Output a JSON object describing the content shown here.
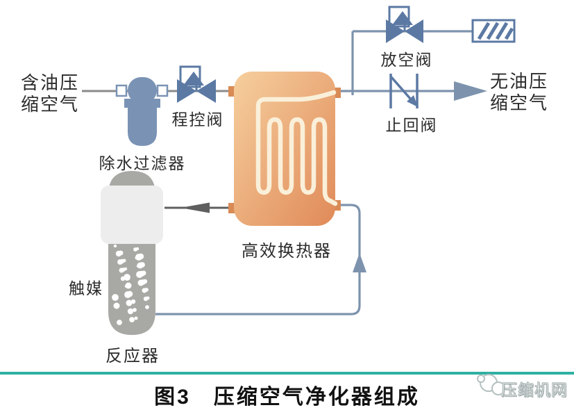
{
  "labels": {
    "inlet": {
      "line1": "含油压",
      "line2": "缩空气"
    },
    "filter": "除水过滤器",
    "program_valve": "程控阀",
    "heat_exchanger": "高效换热器",
    "vent_valve": "放空阀",
    "check_valve": "止回阀",
    "outlet": {
      "line1": "无油压",
      "line2": "缩空气"
    },
    "catalyst": "触媒",
    "reactor": "反应器"
  },
  "caption": "图3　压缩空气净化器组成",
  "watermark": {
    "text": "压缩机网"
  },
  "colors": {
    "pipe_gray": "#8a8a8a",
    "pipe_blue": "#7d93ad",
    "valve_blue": "#5b79a3",
    "filter_blue": "#7a93b5",
    "exchanger_light": "#f6cf9e",
    "exchanger_dark": "#e08a58",
    "exchanger_tab": "#d88b55",
    "coil_cream": "#faf0da",
    "reactor_gray": "#a8a8a4",
    "collar_gray": "#ededed",
    "arrow_dark": "#5f5f5f",
    "accent_teal": "#2fb0a2"
  }
}
